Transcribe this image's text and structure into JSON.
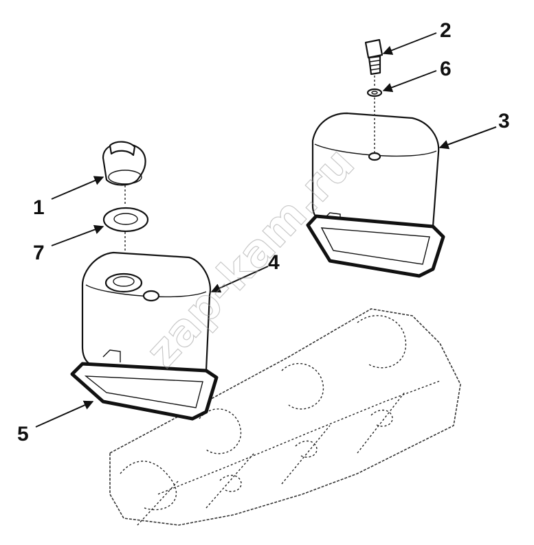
{
  "callouts": {
    "c1": "1",
    "c2": "2",
    "c3": "3",
    "c4": "4",
    "c5": "5",
    "c6": "6",
    "c7": "7"
  },
  "watermark": "zap-kam.ru",
  "colors": {
    "line": "#111111",
    "watermark": "#9a9a9a",
    "background": "#ffffff"
  }
}
